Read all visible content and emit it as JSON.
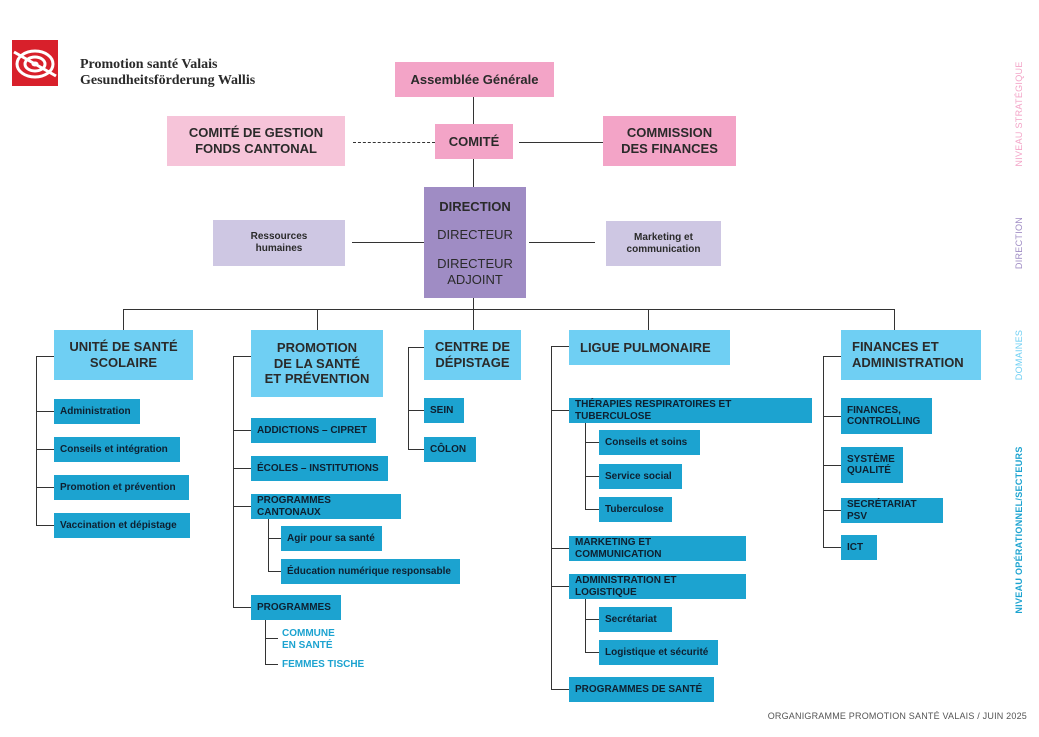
{
  "org": {
    "name_fr": "Promotion santé Valais",
    "name_de": "Gesundheitsförderung Wallis"
  },
  "strategic": {
    "assembly": "Assemblée Générale",
    "committee": "COMITÉ",
    "management_committee": "COMITÉ DE GESTION\nFONDS CANTONAL",
    "finance_commission": "COMMISSION\nDES FINANCES"
  },
  "direction": {
    "title": "DIRECTION",
    "director": "DIRECTEUR",
    "deputy": "DIRECTEUR\nADJOINT",
    "hr": "Ressources\nhumaines",
    "marketing": "Marketing et\ncommunication"
  },
  "domains": {
    "school_health": {
      "title": "UNITÉ DE SANTÉ\nSCOLAIRE",
      "items": [
        "Administration",
        "Conseils et intégration",
        "Promotion et prévention",
        "Vaccination et dépistage"
      ]
    },
    "health_promotion": {
      "title": "PROMOTION\nDE LA SANTÉ\nET PRÉVENTION",
      "items": [
        "ADDICTIONS – CIPRET",
        "ÉCOLES – INSTITUTIONS",
        "PROGRAMMES CANTONAUX",
        "PROGRAMMES"
      ],
      "cantonal_sub": [
        "Agir pour sa santé",
        "Éducation numérique responsable"
      ],
      "programmes_sub": [
        "COMMUNE\nEN SANTÉ",
        "FEMMES TISCHE"
      ]
    },
    "screening": {
      "title": "CENTRE DE\nDÉPISTAGE",
      "items": [
        "SEIN",
        "CÔLON"
      ]
    },
    "lung": {
      "title": "LIGUE PULMONAIRE",
      "items": [
        "THÉRAPIES RESPIRATOIRES ET TUBERCULOSE",
        "MARKETING ET COMMUNICATION",
        "ADMINISTRATION ET LOGISTIQUE",
        "PROGRAMMES DE SANTÉ"
      ],
      "therapy_sub": [
        "Conseils et soins",
        "Service social",
        "Tuberculose"
      ],
      "admin_sub": [
        "Secrétariat",
        "Logistique et sécurité"
      ]
    },
    "finance": {
      "title": "FINANCES ET\nADMINISTRATION",
      "items": [
        "FINANCES,\nCONTROLLING",
        "SYSTÈME\nQUALITÉ",
        "SECRÉTARIAT PSV",
        "ICT"
      ]
    }
  },
  "levels": {
    "strategic": "NIVEAU STRATÉGIQUE",
    "direction": "DIRECTION",
    "domains": "DOMAINES",
    "operational": "NIVEAU OPÉRATIONNEL/SECTEURS"
  },
  "colors": {
    "strategic_level": "#f3a4c7",
    "direction_level": "#9f8cc4",
    "domains_level": "#6fcff3",
    "operational_level": "#1ca3d0"
  },
  "footer": "ORGANIGRAMME PROMOTION SANTÉ VALAIS / JUIN 2025"
}
